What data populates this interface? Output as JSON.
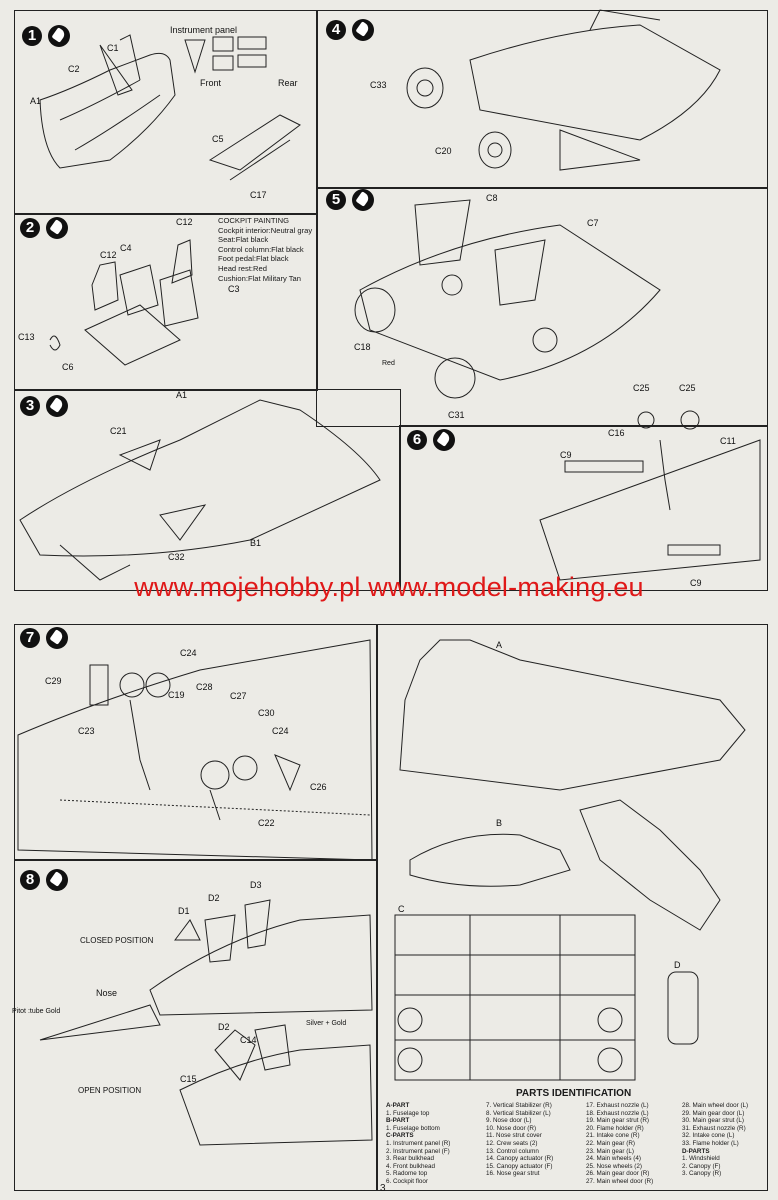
{
  "steps": [
    "1",
    "2",
    "3",
    "4",
    "5",
    "6",
    "7",
    "8"
  ],
  "step1": {
    "heading": "Instrument panel",
    "front": "Front",
    "rear": "Rear",
    "labels": [
      "C1",
      "C2",
      "A1",
      "C5",
      "C17"
    ]
  },
  "step2": {
    "labels": [
      "C12",
      "C12",
      "C4",
      "C3",
      "C13",
      "C6"
    ],
    "cockpit_title": "COCKPIT PAINTING",
    "cockpit_lines": [
      "Cockpit interior:Neutral gray",
      "Seat:Flat black",
      "Control column:Flat black",
      "Foot pedal:Flat black",
      "Head rest:Red",
      "Cushion:Flat Military Tan"
    ]
  },
  "step3": {
    "labels": [
      "A1",
      "C21",
      "C32",
      "B1"
    ]
  },
  "step4": {
    "labels": [
      "C33",
      "C20"
    ]
  },
  "step5": {
    "labels": [
      "C8",
      "C7",
      "C18",
      "Red",
      "C31"
    ]
  },
  "step6": {
    "labels": [
      "C25",
      "C25",
      "C16",
      "C11",
      "C9",
      "C9"
    ]
  },
  "step7": {
    "labels": [
      "C29",
      "C24",
      "C19",
      "C28",
      "C27",
      "C30",
      "C23",
      "C24",
      "C26",
      "C22"
    ]
  },
  "step8": {
    "labels": [
      "D1",
      "D2",
      "D3",
      "CLOSED POSITION",
      "Nose",
      "Pitot :tube Gold",
      "D2",
      "C14",
      "Silver + Gold",
      "C15",
      "OPEN POSITION"
    ]
  },
  "watermark": "www.mojehobby.pl www.model-making.eu",
  "sprue_labels": [
    "A",
    "B",
    "C",
    "D"
  ],
  "parts": {
    "title": "PARTS IDENTIFICATION",
    "col1": [
      {
        "t": "A-PART",
        "h": true
      },
      {
        "t": "1.   Fuselage top"
      },
      {
        "t": "B-PART",
        "h": true
      },
      {
        "t": "1.   Fuselage bottom"
      },
      {
        "t": "C-PARTS",
        "h": true
      },
      {
        "t": "1.   Instrument panel (R)"
      },
      {
        "t": "2.   Instrument panel (F)"
      },
      {
        "t": "3.   Rear bulkhead"
      },
      {
        "t": "4.   Front bulkhead"
      },
      {
        "t": "5.   Radome top"
      },
      {
        "t": "6.   Cockpit floor"
      }
    ],
    "col2": [
      "7.   Vertical Stabilizer (R)",
      "8.   Vertical Stabilizer (L)",
      "9.   Nose door (L)",
      "10. Nose door (R)",
      "11. Nose strut cover",
      "12. Crew seats (2)",
      "13. Control column",
      "14. Canopy actuator (R)",
      "15. Canopy actuator (F)",
      "16. Nose gear strut"
    ],
    "col3": [
      "17. Exhaust nozzle (L)",
      "18. Exhaust nozzle (L)",
      "19. Main gear strut (R)",
      "20. Flame holder (R)",
      "21. Intake cone (R)",
      "22. Main gear (R)",
      "23. Main gear (L)",
      "24. Main wheels (4)",
      "25. Nose wheels (2)",
      "26. Main gear door (R)",
      "27. Main wheel door (R)"
    ],
    "col4": [
      {
        "t": "28. Main wheel door (L)"
      },
      {
        "t": "29. Main gear door (L)"
      },
      {
        "t": "30. Main gear strut (L)"
      },
      {
        "t": "31. Exhaust nozzle (R)"
      },
      {
        "t": "32. Intake cone (L)"
      },
      {
        "t": "33. Flame holder (L)"
      },
      {
        "t": "D-PARTS",
        "h": true
      },
      {
        "t": "1.   Windshield"
      },
      {
        "t": "2.   Canopy (F)"
      },
      {
        "t": "3.   Canopy (R)"
      }
    ]
  },
  "page_number": "3"
}
